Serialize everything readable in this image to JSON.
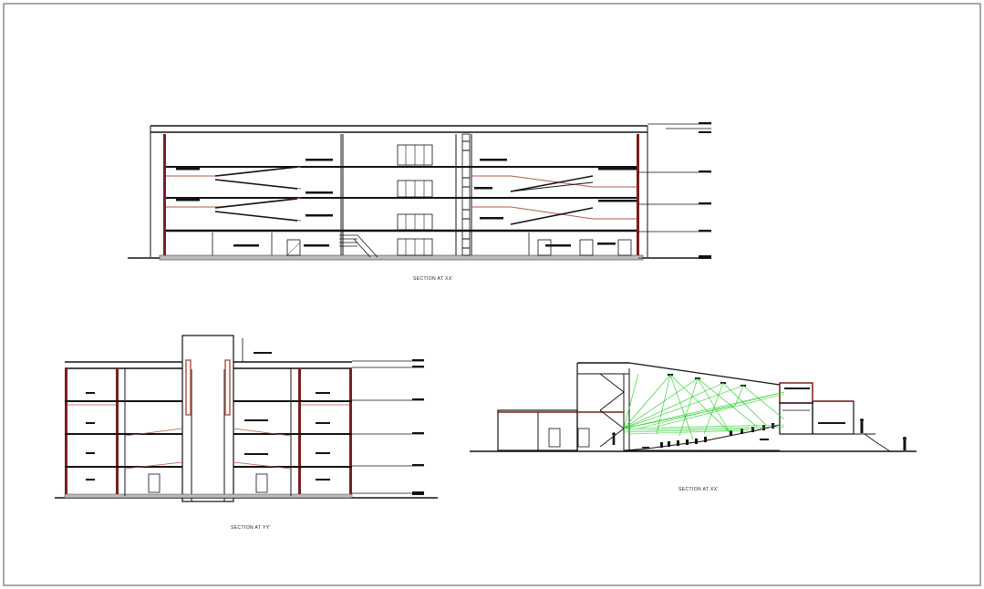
{
  "drawing": {
    "sections": [
      {
        "id": "xx-top",
        "caption": "SECTION AT XX'"
      },
      {
        "id": "yy",
        "caption": "SECTION AT YY'"
      },
      {
        "id": "xx-auditorium",
        "caption": "SECTION AT XX'"
      }
    ]
  },
  "colors": {
    "line": "#111111",
    "wall": "#7a1f1f",
    "ramp": "#b05a4a",
    "sightline": "#1fcf1f",
    "frame": "#555555"
  }
}
